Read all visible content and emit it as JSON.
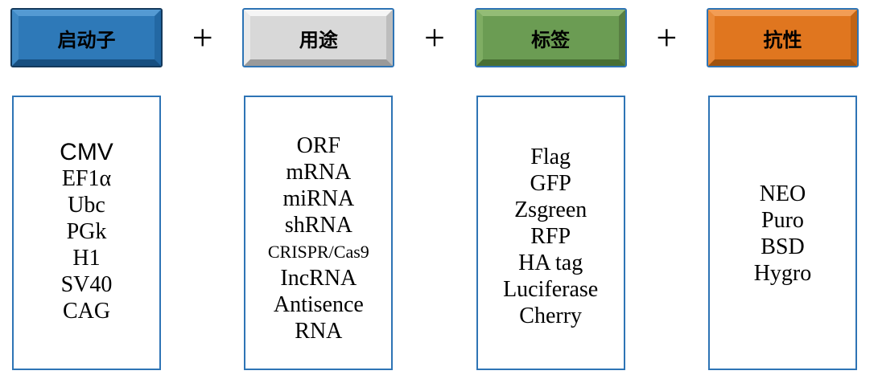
{
  "separator": {
    "symbol": "+"
  },
  "box_border_color": "#2E74B5",
  "columns": [
    {
      "id": "promoter",
      "header": {
        "label": "启动子"
      },
      "colors": {
        "face": "#2E79B8",
        "top": "#549AD3",
        "left": "#3E88C4",
        "right": "#2368A3",
        "bottom": "#174F80",
        "outline": "#14395C"
      },
      "items": [
        {
          "text": "CMV",
          "variant": "sans-large"
        },
        {
          "text": "EF1α",
          "variant": "default"
        },
        {
          "text": "Ubc",
          "variant": "default"
        },
        {
          "text": "PGk",
          "variant": "default"
        },
        {
          "text": "H1",
          "variant": "default"
        },
        {
          "text": "SV40",
          "variant": "default"
        },
        {
          "text": "CAG",
          "variant": "default"
        }
      ]
    },
    {
      "id": "purpose",
      "header": {
        "label": "用途"
      },
      "colors": {
        "face": "#D8D8D8",
        "top": "#F5F5F5",
        "left": "#E9E9E9",
        "right": "#BDBDBD",
        "bottom": "#9A9A9A",
        "outline": "#2E74B5"
      },
      "items": [
        {
          "text": "ORF",
          "variant": "default"
        },
        {
          "text": "mRNA",
          "variant": "default"
        },
        {
          "text": "miRNA",
          "variant": "default"
        },
        {
          "text": "shRNA",
          "variant": "default"
        },
        {
          "text": "CRISPR/Cas9",
          "variant": "small"
        },
        {
          "text": "IncRNA",
          "variant": "default"
        },
        {
          "text": "Antisence",
          "variant": "default"
        },
        {
          "text": "RNA",
          "variant": "default"
        }
      ]
    },
    {
      "id": "tag",
      "header": {
        "label": "标签"
      },
      "colors": {
        "face": "#6B9C53",
        "top": "#93BC76",
        "left": "#7FAD63",
        "right": "#587F42",
        "bottom": "#486F33",
        "outline": "#2E74B5"
      },
      "items": [
        {
          "text": "Flag",
          "variant": "default"
        },
        {
          "text": "GFP",
          "variant": "default"
        },
        {
          "text": "Zsgreen",
          "variant": "default"
        },
        {
          "text": "RFP",
          "variant": "default"
        },
        {
          "text": "HA tag",
          "variant": "default"
        },
        {
          "text": "Luciferase",
          "variant": "default"
        },
        {
          "text": "Cherry",
          "variant": "default"
        }
      ]
    },
    {
      "id": "resistance",
      "header": {
        "label": "抗性"
      },
      "colors": {
        "face": "#E0761F",
        "top": "#F29D55",
        "left": "#EA8A39",
        "right": "#C26414",
        "bottom": "#A0530F",
        "outline": "#2E74B5"
      },
      "items": [
        {
          "text": "NEO",
          "variant": "default"
        },
        {
          "text": "Puro",
          "variant": "default"
        },
        {
          "text": "BSD",
          "variant": "default"
        },
        {
          "text": "Hygro",
          "variant": "default"
        }
      ]
    }
  ]
}
